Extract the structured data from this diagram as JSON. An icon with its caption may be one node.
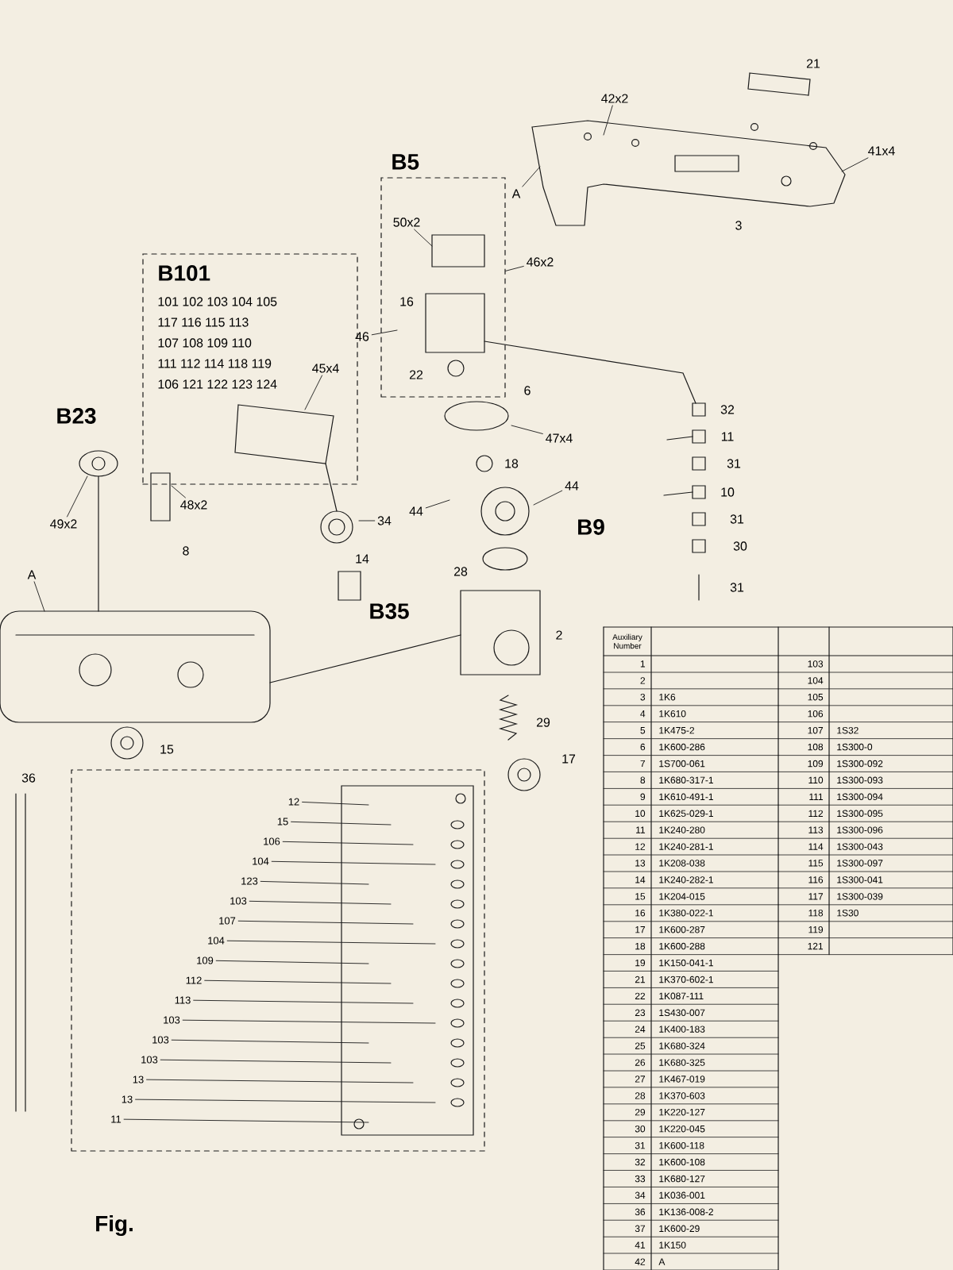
{
  "diagram": {
    "nodes": [
      {
        "text": [
          "B101",
          "101 102 103 104 105",
          "117 116 115 113",
          "107 108 109 110",
          "111 112 114 118 119",
          "106 121 122 123 124"
        ]
      },
      {
        "text": [
          "45x4"
        ],
        "in": 0
      },
      {
        "text": [
          "B5"
        ]
      },
      {
        "text": [
          "50x2"
        ],
        "in": 2
      },
      {
        "text": [
          "46x2"
        ]
      },
      {
        "text": [
          "46"
        ]
      },
      {
        "text": [
          "47x4"
        ]
      },
      {
        "text": [
          "44"
        ]
      },
      {
        "text": [
          "44"
        ]
      },
      {
        "text": [
          "42x2"
        ]
      },
      {
        "text": [
          "41x4"
        ]
      },
      {
        "text": [
          "A"
        ]
      },
      {
        "text": [
          "A"
        ]
      },
      {
        "text": [
          "48x2"
        ]
      },
      {
        "text": [
          "49x2"
        ]
      },
      {
        "text": [
          "34"
        ]
      },
      {
        "text": [],
        "shape": "box"
      },
      {
        "text": [
          "12"
        ],
        "in": 16
      },
      {
        "text": [
          "15"
        ],
        "in": 16
      },
      {
        "text": [
          "106"
        ],
        "in": 16
      },
      {
        "text": [
          "104"
        ],
        "in": 16
      },
      {
        "text": [
          "123"
        ],
        "in": 16
      },
      {
        "text": [
          "103"
        ],
        "in": 16
      },
      {
        "text": [
          "107"
        ],
        "in": 16
      },
      {
        "text": [
          "104"
        ],
        "in": 16
      },
      {
        "text": [
          "109"
        ],
        "in": 16
      },
      {
        "text": [
          "112"
        ],
        "in": 16
      },
      {
        "text": [
          "113"
        ],
        "in": 16
      },
      {
        "text": [
          "103"
        ],
        "in": 16
      },
      {
        "text": [
          "103"
        ],
        "in": 16
      },
      {
        "text": [
          "103"
        ],
        "in": 16
      },
      {
        "text": [
          "13"
        ],
        "in": 16
      },
      {
        "text": [
          "13"
        ],
        "in": 16
      },
      {
        "text": [
          "11"
        ],
        "in": 16
      }
    ],
    "edges": [
      {
        "from": 1,
        "to": null,
        "arrow": "none"
      },
      {
        "from": 3,
        "to": null,
        "arrow": "none"
      },
      {
        "from": 4,
        "to": 2,
        "arrow": "none"
      },
      {
        "from": 5,
        "to": null,
        "arrow": "none"
      },
      {
        "from": 6,
        "to": null,
        "arrow": "none"
      },
      {
        "from": 7,
        "to": null,
        "arrow": "none"
      },
      {
        "from": 8,
        "to": null,
        "arrow": "none"
      },
      {
        "from": 9,
        "to": null,
        "arrow": "none"
      },
      {
        "from": 10,
        "to": null,
        "arrow": "none"
      },
      {
        "from": 11,
        "to": null,
        "arrow": "none"
      },
      {
        "from": 12,
        "to": null,
        "arrow": "none"
      },
      {
        "from": 13,
        "to": null,
        "arrow": "none"
      },
      {
        "from": 14,
        "to": null,
        "arrow": "none"
      },
      {
        "from": 15,
        "to": null,
        "arrow": "none"
      },
      {
        "from": 17,
        "to": null,
        "arrow": "none"
      },
      {
        "from": 18,
        "to": null,
        "arrow": "none"
      },
      {
        "from": 19,
        "to": null,
        "arrow": "none"
      },
      {
        "from": 20,
        "to": null,
        "arrow": "none"
      },
      {
        "from": 21,
        "to": null,
        "arrow": "none"
      },
      {
        "from": 22,
        "to": null,
        "arrow": "none"
      },
      {
        "from": 23,
        "to": null,
        "arrow": "none"
      },
      {
        "from": 24,
        "to": null,
        "arrow": "none"
      },
      {
        "from": 25,
        "to": null,
        "arrow": "none"
      },
      {
        "from": 26,
        "to": null,
        "arrow": "none"
      },
      {
        "from": 27,
        "to": null,
        "arrow": "none"
      },
      {
        "from": 28,
        "to": null,
        "arrow": "none"
      },
      {
        "from": 29,
        "to": null,
        "arrow": "none"
      },
      {
        "from": 30,
        "to": null,
        "arrow": "none"
      },
      {
        "from": 31,
        "to": null,
        "arrow": "none"
      },
      {
        "from": 32,
        "to": null,
        "arrow": "none"
      },
      {
        "from": 33,
        "to": null,
        "arrow": "none"
      }
    ],
    "labels": [
      "21",
      "3",
      "16",
      "22",
      "6",
      "18",
      "B9",
      "28",
      "2",
      "29",
      "17",
      "32",
      "11",
      "31",
      "10",
      "31",
      "30",
      "31",
      "B23",
      "8",
      "14",
      "B35",
      "36",
      "15",
      "Fig.",
      "Auxiliary Number",
      "1",
      "103",
      "2",
      "104",
      "3",
      "1K6",
      "105",
      "4",
      "1K610",
      "106",
      "5",
      "1K475-2",
      "107",
      "1S32",
      "6",
      "1K600-286",
      "108",
      "1S300-0",
      "7",
      "1S700-061",
      "109",
      "1S300-092",
      "8",
      "1K680-317-1",
      "110",
      "1S300-093",
      "9",
      "1K610-491-1",
      "111",
      "1S300-094",
      "10",
      "1K625-029-1",
      "112",
      "1S300-095",
      "11",
      "1K240-280",
      "113",
      "1S300-096",
      "12",
      "1K240-281-1",
      "114",
      "1S300-043",
      "13",
      "1K208-038",
      "115",
      "1S300-097",
      "14",
      "1K240-282-1",
      "116",
      "1S300-041",
      "15",
      "1K204-015",
      "117",
      "1S300-039",
      "16",
      "1K380-022-1",
      "118",
      "1S30",
      "17",
      "1K600-287",
      "119",
      "18",
      "1K600-288",
      "121",
      "19",
      "1K150-041-1",
      "21",
      "1K370-602-1",
      "22",
      "1K087-111",
      "23",
      "1S430-007",
      "24",
      "1K400-183",
      "25",
      "1K680-324",
      "26",
      "1K680-325",
      "27",
      "1K467-019",
      "28",
      "1K370-603",
      "29",
      "1K220-127",
      "30",
      "1K220-045",
      "31",
      "1K600-118",
      "32",
      "1K600-108",
      "33",
      "1K680-127",
      "34",
      "1K036-001",
      "36",
      "1K136-008-2",
      "37",
      "1K600-29",
      "41",
      "1K150",
      "42",
      "A"
    ]
  }
}
